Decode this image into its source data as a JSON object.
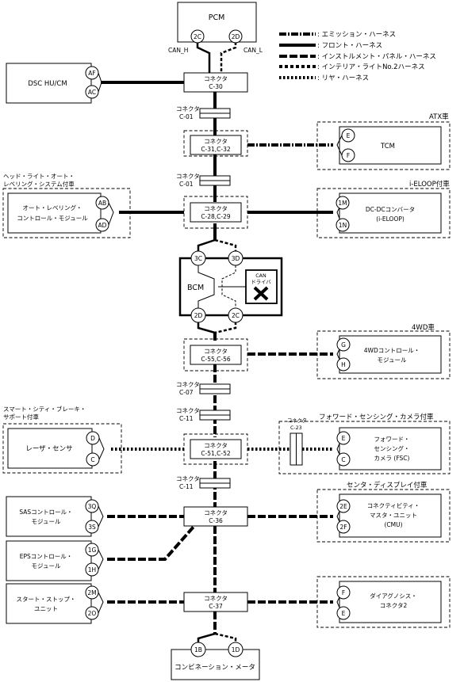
{
  "legend": [
    {
      "label": ": エミッション・ハーネス",
      "style": "emission"
    },
    {
      "label": ": フロント・ハーネス",
      "style": "front"
    },
    {
      "label": ": インストルメント・パネル・ハーネス",
      "style": "instrument"
    },
    {
      "label": ": インテリア・ライトNo.2ハーネス",
      "style": "interior"
    },
    {
      "label": ": リヤ・ハーネス",
      "style": "rear"
    }
  ],
  "pcm": {
    "name": "PCM",
    "pins": [
      "2C",
      "2D"
    ],
    "can_h": "CAN_H",
    "can_l": "CAN_L"
  },
  "dsc": {
    "name": "DSC HU/CM",
    "pins": [
      "AF",
      "AC"
    ]
  },
  "connectors": {
    "c30": [
      "コネクタ",
      "C-30"
    ],
    "c01a": [
      "コネクタ",
      "C-01"
    ],
    "c31": [
      "コネクタ",
      "C-31,C-32"
    ],
    "c01b": [
      "コネクタ",
      "C-01"
    ],
    "c28": [
      "コネクタ",
      "C-28,C-29"
    ],
    "c55": [
      "コネクタ",
      "C-55,C-56"
    ],
    "c07": [
      "コネクタ",
      "C-07"
    ],
    "c11a": [
      "コネクタ",
      "C-11"
    ],
    "c51": [
      "コネクタ",
      "C-51,C-52"
    ],
    "c23": [
      "コネクタ",
      "C-23"
    ],
    "c11b": [
      "コネクタ",
      "C-11"
    ],
    "c36": [
      "コネクタ",
      "C-36"
    ],
    "c37": [
      "コネクタ",
      "C-37"
    ]
  },
  "atx": {
    "group": "ATX車",
    "name": "TCM",
    "pins": [
      "E",
      "F"
    ]
  },
  "iloop": {
    "group": "i-ELOOP付車",
    "name": [
      "DC-DCコンバータ",
      "(i-ELOOP)"
    ],
    "pins": [
      "1M",
      "1N"
    ]
  },
  "leveling": {
    "group": [
      "ヘッド・ライト・オート・",
      "レベリング・システム付車"
    ],
    "name": [
      "オート・レベリング・",
      "コントロール・モジュール"
    ],
    "pins": [
      "AB",
      "AD"
    ]
  },
  "bcm": {
    "name": "BCM",
    "pins": [
      "3C",
      "3D",
      "2D",
      "2C"
    ],
    "driver": [
      "CAN",
      "ドライバ"
    ]
  },
  "awd": {
    "group": "4WD車",
    "name": [
      "4WDコントロール・",
      "モジュール"
    ],
    "pins": [
      "G",
      "H"
    ]
  },
  "scbs": {
    "group": [
      "スマート・シティ・ブレーキ・",
      "サポート付車"
    ],
    "name": "レーザ・センサ",
    "pins": [
      "D",
      "C"
    ]
  },
  "fsc": {
    "group": "フォワード・センシング・カメラ付車",
    "name": [
      "フォワード・",
      "センシング・",
      "カメラ (FSC)"
    ],
    "pins": [
      "E",
      "C"
    ]
  },
  "sas": {
    "name": [
      "SASコントロール・",
      "モジュール"
    ],
    "pins": [
      "3Q",
      "3S"
    ]
  },
  "cmu": {
    "group": "センタ・ディスプレイ付車",
    "name": [
      "コネクティビティ・",
      "マスタ・ユニット",
      "(CMU)"
    ],
    "pins": [
      "2E",
      "2F"
    ]
  },
  "eps": {
    "name": [
      "EPSコントロール・",
      "モジュール"
    ],
    "pins": [
      "1G",
      "1H"
    ]
  },
  "startstop": {
    "name": [
      "スタート・ストップ・",
      "ユニット"
    ],
    "pins": [
      "2M",
      "2O"
    ]
  },
  "dlc": {
    "name": [
      "ダイアグノシス・",
      "コネクタ2"
    ],
    "pins": [
      "F",
      "E"
    ]
  },
  "meter": {
    "name": "コンビネーション・メータ",
    "pins": [
      "1B",
      "1D"
    ]
  }
}
